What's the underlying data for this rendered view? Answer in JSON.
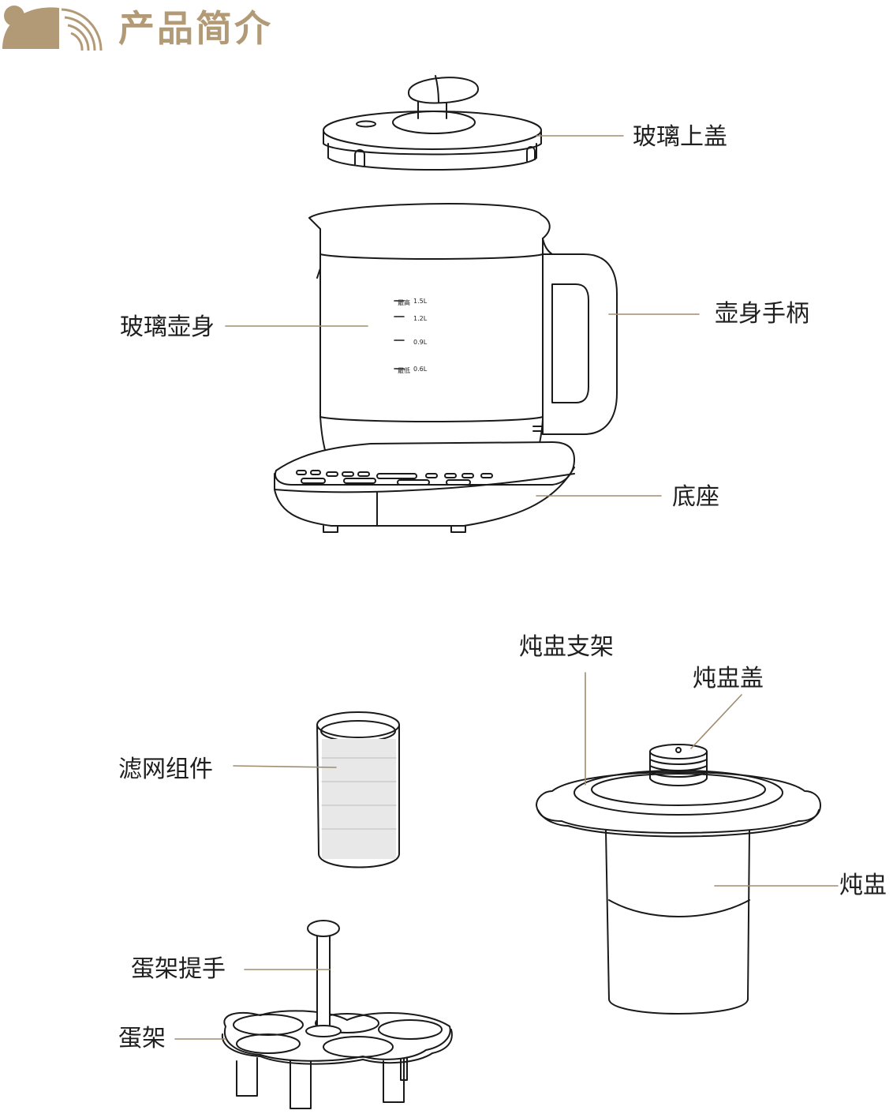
{
  "header": {
    "title": "产品简介",
    "accent_color": "#b39a76",
    "logo_icon": "bear-rainbow-logo-icon"
  },
  "kettle": {
    "scale_marks": [
      "1.5L",
      "1.2L",
      "0.9L",
      "0.6L"
    ],
    "scale_tags": [
      "最高",
      "最低"
    ]
  },
  "labels": {
    "glass_lid": "玻璃上盖",
    "glass_body": "玻璃壶身",
    "handle": "壶身手柄",
    "base": "底座",
    "stew_stand": "炖盅支架",
    "stew_lid": "炖盅盖",
    "filter": "滤网组件",
    "stew_pot": "炖盅",
    "egg_handle": "蛋架提手",
    "egg_rack": "蛋架"
  },
  "colors": {
    "leader_line": "#a08c70",
    "outline": "#1a1a1a"
  }
}
